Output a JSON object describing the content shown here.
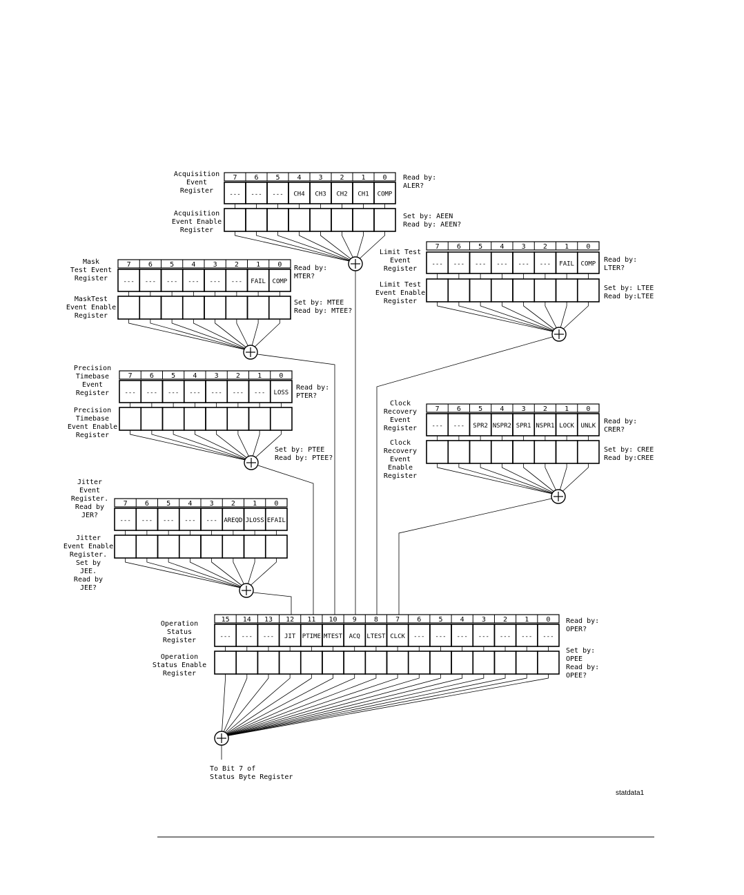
{
  "registers": {
    "acq": {
      "title_lines": [
        "Acquisition",
        "Event",
        "Register"
      ],
      "enable_lines": [
        "Acquisition",
        "Event Enable",
        "Register"
      ],
      "bit_numbers": [
        "7",
        "6",
        "5",
        "4",
        "3",
        "2",
        "1",
        "0"
      ],
      "bit_names": [
        "---",
        "---",
        "---",
        "CH4",
        "CH3",
        "CH2",
        "CH1",
        "COMP"
      ],
      "read_lines": [
        "Read by:",
        "ALER?"
      ],
      "set_lines": [
        "Set by: AEEN",
        "Read by: AEEN?"
      ]
    },
    "mask": {
      "title_lines": [
        "Mask",
        "Test Event",
        "Register"
      ],
      "enable_lines": [
        "MaskTest",
        "Event Enable",
        "Register"
      ],
      "bit_numbers": [
        "7",
        "6",
        "5",
        "4",
        "3",
        "2",
        "1",
        "0"
      ],
      "bit_names": [
        "---",
        "---",
        "---",
        "---",
        "---",
        "---",
        "FAIL",
        "COMP"
      ],
      "read_lines": [
        "Read by:",
        "MTER?"
      ],
      "set_lines": [
        "Set by: MTEE",
        "Read by: MTEE?"
      ]
    },
    "limit": {
      "title_lines": [
        "Limit Test",
        "Event",
        "Register"
      ],
      "enable_lines": [
        "Limit Test",
        "Event Enable",
        "Register"
      ],
      "bit_numbers": [
        "7",
        "6",
        "5",
        "4",
        "3",
        "2",
        "1",
        "0"
      ],
      "bit_names": [
        "---",
        "---",
        "---",
        "---",
        "---",
        "---",
        "FAIL",
        "COMP"
      ],
      "read_lines": [
        "Read by:",
        "LTER?"
      ],
      "set_lines": [
        "Set by: LTEE",
        "Read by:LTEE"
      ]
    },
    "ptime": {
      "title_lines": [
        "Precision",
        "Timebase",
        "Event",
        "Register"
      ],
      "enable_lines": [
        "Precision",
        "Timebase",
        "Event Enable",
        "Register"
      ],
      "bit_numbers": [
        "7",
        "6",
        "5",
        "4",
        "3",
        "2",
        "1",
        "0"
      ],
      "bit_names": [
        "---",
        "---",
        "---",
        "---",
        "---",
        "---",
        "---",
        "LOSS"
      ],
      "read_lines": [
        "Read by:",
        "PTER?"
      ],
      "set_lines": [
        "Set by: PTEE",
        "Read by: PTEE?"
      ]
    },
    "clock": {
      "title_lines": [
        "Clock",
        "Recovery",
        "Event",
        "Register"
      ],
      "enable_lines": [
        "Clock",
        "Recovery",
        "Event",
        "Enable",
        "Register"
      ],
      "bit_numbers": [
        "7",
        "6",
        "5",
        "4",
        "3",
        "2",
        "1",
        "0"
      ],
      "bit_names": [
        "---",
        "---",
        "SPR2",
        "NSPR2",
        "SPR1",
        "NSPR1",
        "LOCK",
        "UNLK"
      ],
      "read_lines": [
        "Read by:",
        "CRER?"
      ],
      "set_lines": [
        "Set by: CREE",
        "Read by:CREE"
      ]
    },
    "jitter": {
      "title_lines": [
        "Jitter",
        "Event",
        "Register.",
        "Read by",
        "JER?"
      ],
      "enable_lines": [
        "Jitter",
        "Event Enable",
        "Register.",
        "Set by",
        "JEE.",
        "Read by",
        "JEE?"
      ],
      "bit_numbers": [
        "7",
        "6",
        "5",
        "4",
        "3",
        "2",
        "1",
        "0"
      ],
      "bit_names": [
        "---",
        "---",
        "---",
        "---",
        "---",
        "AREQD",
        "JLOSS",
        "EFAIL"
      ],
      "read_lines": [],
      "set_lines": []
    },
    "oper": {
      "title_lines": [
        "Operation",
        "Status",
        "Register"
      ],
      "enable_lines": [
        "Operation",
        "Status Enable",
        "Register"
      ],
      "bit_numbers": [
        "15",
        "14",
        "13",
        "12",
        "11",
        "10",
        "9",
        "8",
        "7",
        "6",
        "5",
        "4",
        "3",
        "2",
        "1",
        "0"
      ],
      "bit_names": [
        "---",
        "---",
        "---",
        "JIT",
        "PTIME",
        "MTEST",
        "ACQ",
        "LTEST",
        "CLCK",
        "---",
        "---",
        "---",
        "---",
        "---",
        "---",
        "---"
      ],
      "read_lines": [
        "Read by:",
        "OPER?"
      ],
      "set_lines": [
        "Set by:",
        "OPEE",
        "Read by:",
        "OPEE?"
      ]
    }
  },
  "output_lines": [
    "To Bit 7 of",
    "Status Byte Register"
  ],
  "figure_id": "statdata1"
}
